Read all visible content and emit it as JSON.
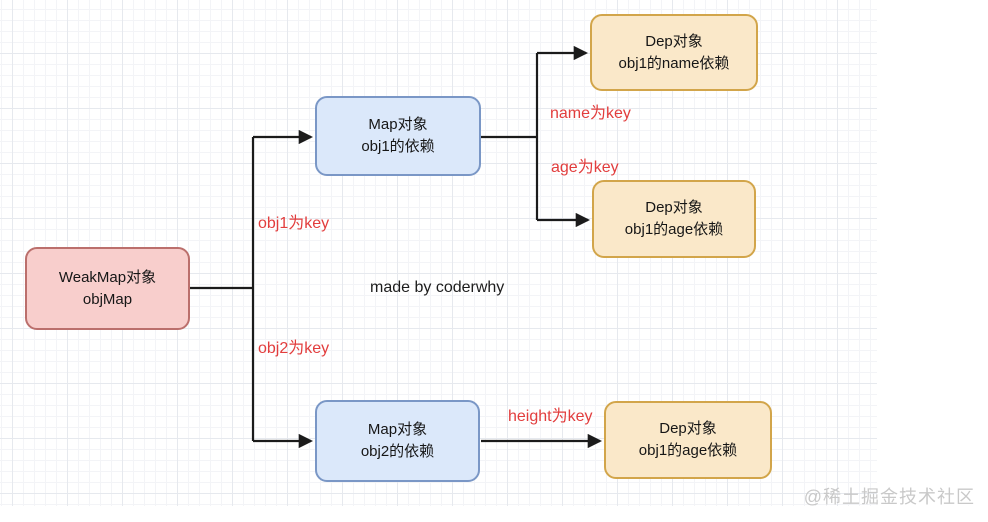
{
  "diagram": {
    "nodes": {
      "weakmap": {
        "line1": "WeakMap对象",
        "line2": "objMap"
      },
      "map_obj1": {
        "line1": "Map对象",
        "line2": "obj1的依赖"
      },
      "map_obj2": {
        "line1": "Map对象",
        "line2": "obj2的依赖"
      },
      "dep_name": {
        "line1": "Dep对象",
        "line2": "obj1的name依赖"
      },
      "dep_age": {
        "line1": "Dep对象",
        "line2": "obj1的age依赖"
      },
      "dep_height": {
        "line1": "Dep对象",
        "line2": "obj1的age依赖"
      }
    },
    "edge_labels": {
      "obj1_key": "obj1为key",
      "obj2_key": "obj2为key",
      "name_key": "name为key",
      "age_key": "age为key",
      "height_key": "height为key"
    },
    "annotation": "made by coderwhy",
    "watermark": "@稀土掘金技术社区",
    "colors": {
      "weakmap_fill": "#f8cecc",
      "weakmap_border": "#bb6f6c",
      "map_fill": "#dbe8fa",
      "map_border": "#7a97c6",
      "dep_fill": "#fae8c9",
      "dep_border": "#d2a54a",
      "edge_label": "#e23d3d",
      "connector": "#1b1b1b"
    }
  }
}
